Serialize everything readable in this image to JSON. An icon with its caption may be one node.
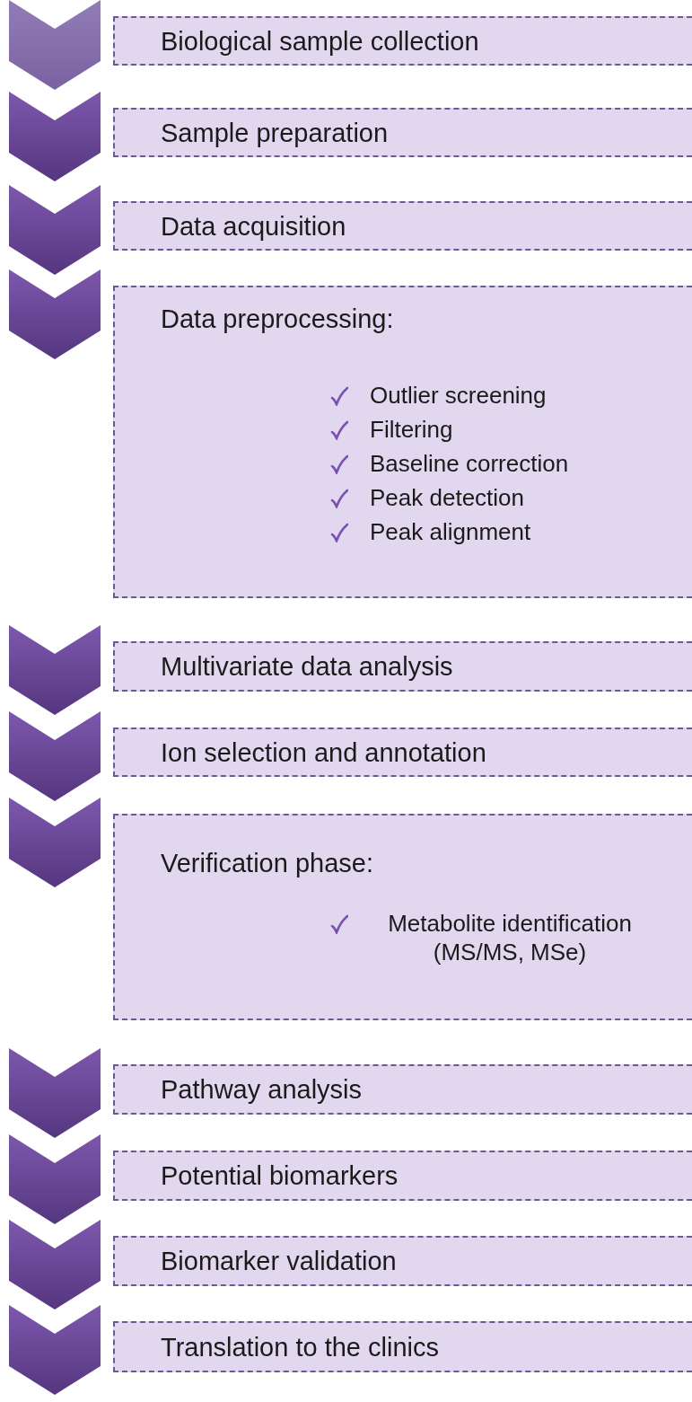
{
  "diagram": {
    "nodes": [
      {
        "text": [],
        "shape": "chevron"
      },
      {
        "text": [
          "Biological sample collection"
        ]
      },
      {
        "text": [],
        "shape": "chevron"
      },
      {
        "text": [
          "Sample preparation"
        ]
      },
      {
        "text": [],
        "shape": "chevron"
      },
      {
        "text": [
          "Data acquisition"
        ]
      },
      {
        "text": [],
        "shape": "chevron"
      },
      {
        "text": [
          "Data preprocessing:",
          "Outlier screening",
          "Filtering",
          "Baseline correction",
          "Peak detection",
          "Peak alignment"
        ]
      },
      {
        "text": [],
        "shape": "chevron"
      },
      {
        "text": [
          "Multivariate data analysis"
        ]
      },
      {
        "text": [],
        "shape": "chevron"
      },
      {
        "text": [
          "Ion selection and annotation"
        ]
      },
      {
        "text": [],
        "shape": "chevron"
      },
      {
        "text": [
          "Verification phase:",
          "Metabolite identification (MS/MS, MSe)"
        ]
      },
      {
        "text": [],
        "shape": "chevron"
      },
      {
        "text": [
          "Pathway analysis"
        ]
      },
      {
        "text": [],
        "shape": "chevron"
      },
      {
        "text": [
          "Potential biomarkers"
        ]
      },
      {
        "text": [],
        "shape": "chevron"
      },
      {
        "text": [
          "Biomarker validation"
        ]
      },
      {
        "text": [],
        "shape": "chevron"
      },
      {
        "text": [
          "Translation to the clinics"
        ]
      }
    ]
  }
}
